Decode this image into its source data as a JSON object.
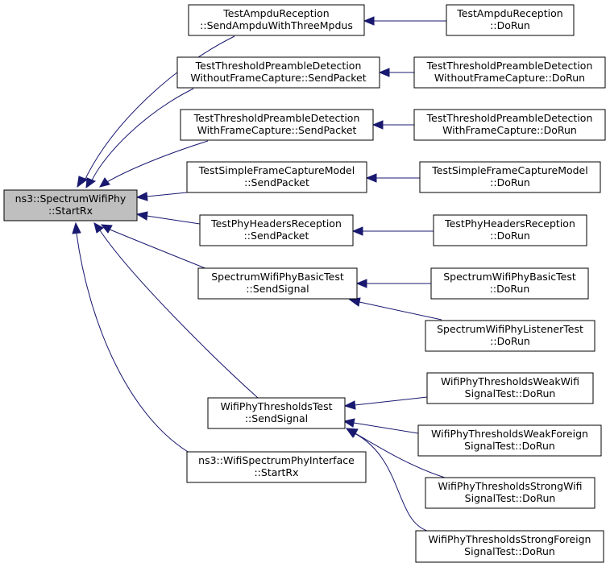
{
  "colors": {
    "edge": "#191970",
    "root_fill": "#bfbfbf",
    "node_fill": "#ffffff",
    "node_border": "#000000"
  },
  "nodes": {
    "root": {
      "line1": "ns3::SpectrumWifiPhy",
      "line2": "::StartRx"
    },
    "ampdu_send": {
      "line1": "TestAmpduReception",
      "line2": "::SendAmpduWithThreeMpdus"
    },
    "ampdu_run": {
      "line1": "TestAmpduReception",
      "line2": "::DoRun"
    },
    "pre_wo_send": {
      "line1": "TestThresholdPreambleDetection",
      "line2": "WithoutFrameCapture::SendPacket"
    },
    "pre_wo_run": {
      "line1": "TestThresholdPreambleDetection",
      "line2": "WithoutFrameCapture::DoRun"
    },
    "pre_w_send": {
      "line1": "TestThresholdPreambleDetection",
      "line2": "WithFrameCapture::SendPacket"
    },
    "pre_w_run": {
      "line1": "TestThresholdPreambleDetection",
      "line2": "WithFrameCapture::DoRun"
    },
    "simple_send": {
      "line1": "TestSimpleFrameCaptureModel",
      "line2": "::SendPacket"
    },
    "simple_run": {
      "line1": "TestSimpleFrameCaptureModel",
      "line2": "::DoRun"
    },
    "hdr_send": {
      "line1": "TestPhyHeadersReception",
      "line2": "::SendPacket"
    },
    "hdr_run": {
      "line1": "TestPhyHeadersReception",
      "line2": "::DoRun"
    },
    "basic_send": {
      "line1": "SpectrumWifiPhyBasicTest",
      "line2": "::SendSignal"
    },
    "basic_run": {
      "line1": "SpectrumWifiPhyBasicTest",
      "line2": "::DoRun"
    },
    "listener_run": {
      "line1": "SpectrumWifiPhyListenerTest",
      "line2": "::DoRun"
    },
    "thr_send": {
      "line1": "WifiPhyThresholdsTest",
      "line2": "::SendSignal"
    },
    "iface": {
      "line1": "ns3::WifiSpectrumPhyInterface",
      "line2": "::StartRx"
    },
    "weak_wifi": {
      "line1": "WifiPhyThresholdsWeakWifi",
      "line2": "SignalTest::DoRun"
    },
    "weak_foreign": {
      "line1": "WifiPhyThresholdsWeakForeign",
      "line2": "SignalTest::DoRun"
    },
    "strong_wifi": {
      "line1": "WifiPhyThresholdsStrongWifi",
      "line2": "SignalTest::DoRun"
    },
    "strong_foreign": {
      "line1": "WifiPhyThresholdsStrongForeign",
      "line2": "SignalTest::DoRun"
    }
  },
  "edges": [
    {
      "from": "ampdu_send",
      "to": "root"
    },
    {
      "from": "pre_wo_send",
      "to": "root"
    },
    {
      "from": "pre_w_send",
      "to": "root"
    },
    {
      "from": "simple_send",
      "to": "root"
    },
    {
      "from": "hdr_send",
      "to": "root"
    },
    {
      "from": "basic_send",
      "to": "root"
    },
    {
      "from": "thr_send",
      "to": "root"
    },
    {
      "from": "iface",
      "to": "root"
    },
    {
      "from": "ampdu_run",
      "to": "ampdu_send"
    },
    {
      "from": "pre_wo_run",
      "to": "pre_wo_send"
    },
    {
      "from": "pre_w_run",
      "to": "pre_w_send"
    },
    {
      "from": "simple_run",
      "to": "simple_send"
    },
    {
      "from": "hdr_run",
      "to": "hdr_send"
    },
    {
      "from": "basic_run",
      "to": "basic_send"
    },
    {
      "from": "listener_run",
      "to": "basic_send"
    },
    {
      "from": "weak_wifi",
      "to": "thr_send"
    },
    {
      "from": "weak_foreign",
      "to": "thr_send"
    },
    {
      "from": "strong_wifi",
      "to": "thr_send"
    },
    {
      "from": "strong_foreign",
      "to": "thr_send"
    }
  ]
}
